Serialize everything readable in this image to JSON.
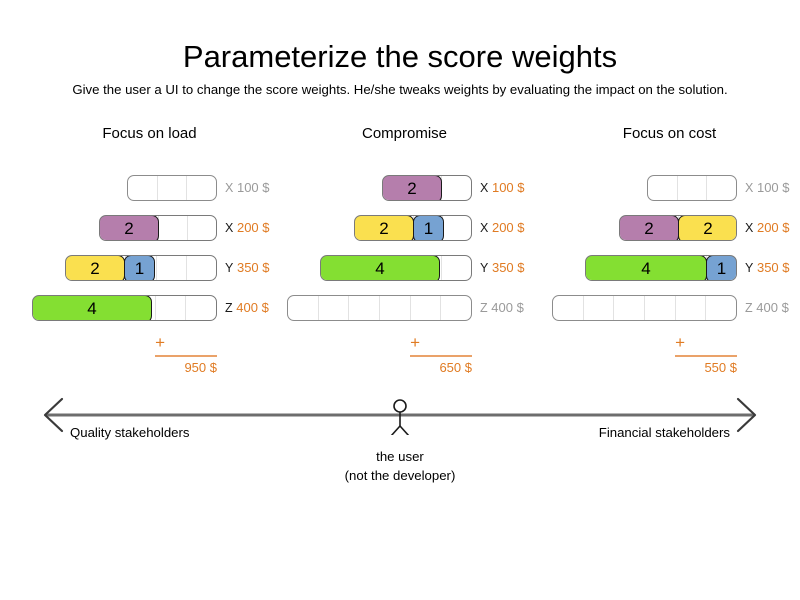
{
  "header": {
    "title": "Parameterize the score weights",
    "subtitle": "Give the user a UI to change the score weights. He/she tweaks weights by evaluating the impact on the solution."
  },
  "colors": {
    "purple": "#b57eac",
    "yellow": "#fae04f",
    "green": "#84df32",
    "blue": "#76a2d2",
    "orange": "#e07b23",
    "orange_rule": "#eaa269",
    "muted": "#9a9a9a",
    "track_border": "#8c8c8c",
    "chip_border": "#1b1b1b"
  },
  "scenarios": [
    {
      "title": "Focus on load",
      "rows": [
        {
          "resource": "X",
          "cost": "100 $",
          "muted": true,
          "track_width": 90,
          "segments": 3,
          "chips": []
        },
        {
          "resource": "X",
          "cost": "200 $",
          "muted": false,
          "track_width": 118,
          "segments": 4,
          "chips": [
            {
              "value": "2",
              "color": "purple",
              "width": 60
            }
          ]
        },
        {
          "resource": "Y",
          "cost": "350 $",
          "muted": false,
          "track_width": 152,
          "segments": 5,
          "chips": [
            {
              "value": "2",
              "color": "yellow",
              "width": 60
            },
            {
              "value": "1",
              "color": "blue",
              "width": 31
            }
          ]
        },
        {
          "resource": "Z",
          "cost": "400 $",
          "muted": false,
          "track_width": 185,
          "segments": 6,
          "chips": [
            {
              "value": "4",
              "color": "green",
              "width": 120
            }
          ]
        }
      ],
      "total": {
        "plus": "+",
        "value": "950 $"
      }
    },
    {
      "title": "Compromise",
      "rows": [
        {
          "resource": "X",
          "cost": "100 $",
          "muted": false,
          "track_width": 90,
          "segments": 3,
          "chips": [
            {
              "value": "2",
              "color": "purple",
              "width": 60
            }
          ]
        },
        {
          "resource": "X",
          "cost": "200 $",
          "muted": false,
          "track_width": 118,
          "segments": 4,
          "chips": [
            {
              "value": "2",
              "color": "yellow",
              "width": 60
            },
            {
              "value": "1",
              "color": "blue",
              "width": 31
            }
          ]
        },
        {
          "resource": "Y",
          "cost": "350 $",
          "muted": false,
          "track_width": 152,
          "segments": 5,
          "chips": [
            {
              "value": "4",
              "color": "green",
              "width": 120
            }
          ]
        },
        {
          "resource": "Z",
          "cost": "400 $",
          "muted": true,
          "track_width": 185,
          "segments": 6,
          "chips": []
        }
      ],
      "total": {
        "plus": "+",
        "value": "650 $"
      }
    },
    {
      "title": "Focus on cost",
      "rows": [
        {
          "resource": "X",
          "cost": "100 $",
          "muted": true,
          "track_width": 90,
          "segments": 3,
          "chips": []
        },
        {
          "resource": "X",
          "cost": "200 $",
          "muted": false,
          "track_width": 118,
          "segments": 4,
          "chips": [
            {
              "value": "2",
              "color": "purple",
              "width": 60
            },
            {
              "value": "2",
              "color": "yellow",
              "width": 60
            }
          ]
        },
        {
          "resource": "Y",
          "cost": "350 $",
          "muted": false,
          "track_width": 152,
          "segments": 5,
          "chips": [
            {
              "value": "4",
              "color": "green",
              "width": 122
            },
            {
              "value": "1",
              "color": "blue",
              "width": 31
            }
          ]
        },
        {
          "resource": "Z",
          "cost": "400 $",
          "muted": true,
          "track_width": 185,
          "segments": 6,
          "chips": []
        }
      ],
      "total": {
        "plus": "+",
        "value": "550 $"
      }
    }
  ],
  "axis": {
    "left_label": "Quality stakeholders",
    "right_label": "Financial stakeholders",
    "user_caption_line1": "the user",
    "user_caption_line2": "(not the developer)"
  }
}
